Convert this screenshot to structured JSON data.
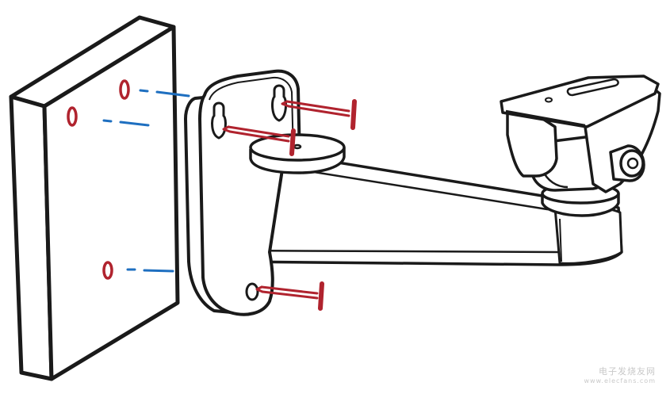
{
  "diagram": {
    "subject": "wall-mount-bracket-installation",
    "colors": {
      "outline": "#1a1a1a",
      "fill": "#ffffff",
      "screw": "#b0232e",
      "guide": "#1e6fc0",
      "hole": "#b0232e"
    },
    "wall_holes": 3,
    "screws": 3
  },
  "watermark": {
    "line1": "电子发烧友网",
    "line2": "www.elecfans.com"
  }
}
